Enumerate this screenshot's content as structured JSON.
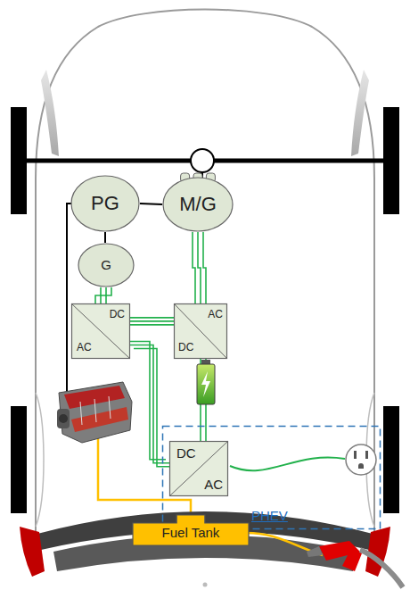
{
  "diagram": {
    "nodes": [
      {
        "text": [
          "PG"
        ]
      },
      {
        "text": [
          "M/G"
        ]
      },
      {
        "text": [
          "G"
        ]
      },
      {
        "text": [
          "DC",
          "AC"
        ]
      },
      {
        "text": [
          "AC",
          "DC"
        ]
      },
      {
        "text": [
          "PHEV"
        ]
      },
      {
        "text": [
          "DC",
          "AC"
        ],
        "in": 5
      },
      {
        "text": [
          "Fuel Tank"
        ]
      }
    ],
    "edges": [
      {
        "from": 0,
        "to": 1,
        "arrow": "none"
      },
      {
        "from": 0,
        "to": 2,
        "arrow": "none"
      },
      {
        "from": 2,
        "to": 3,
        "arrow": "none"
      },
      {
        "from": 1,
        "to": 4,
        "arrow": "none"
      },
      {
        "from": 3,
        "to": 4,
        "arrow": "none"
      },
      {
        "from": 3,
        "to": 6,
        "arrow": "none"
      },
      {
        "from": 4,
        "to": 6,
        "arrow": "none"
      }
    ]
  }
}
